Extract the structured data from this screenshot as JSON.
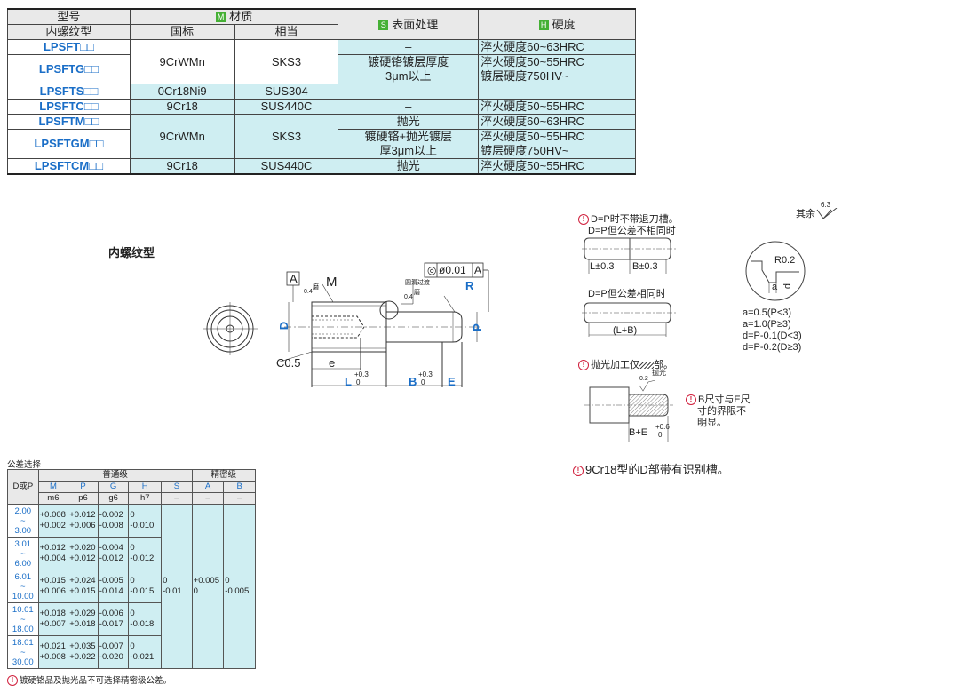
{
  "spec_table": {
    "headers": {
      "model": "型号",
      "model_sub": "内螺纹型",
      "material_badge": "M",
      "material": "材质",
      "mat_std": "国标",
      "mat_eq": "相当",
      "surface_badge": "S",
      "surface": "表面处理",
      "hardness_badge": "H",
      "hardness": "硬度"
    },
    "rows": [
      {
        "model": "LPSFT□□",
        "surface": "–",
        "hardness": "淬火硬度60~63HRC"
      },
      {
        "model": "LPSFTG□□",
        "surface1": "镀硬铬镀层厚度",
        "surface2": "3μm以上",
        "hardness1": "淬火硬度50~55HRC",
        "hardness2": "镀层硬度750HV~"
      },
      {
        "model": "LPSFTS□□",
        "std": "0Cr18Ni9",
        "eq": "SUS304",
        "surface": "–",
        "hardness": "–"
      },
      {
        "model": "LPSFTC□□",
        "std": "9Cr18",
        "eq": "SUS440C",
        "surface": "–",
        "hardness": "淬火硬度50~55HRC"
      },
      {
        "model": "LPSFTM□□",
        "surface": "抛光",
        "hardness": "淬火硬度60~63HRC"
      },
      {
        "model": "LPSFTGM□□",
        "surface1": "镀硬铬+抛光镀层",
        "surface2": "厚3μm以上",
        "hardness1": "淬火硬度50~55HRC",
        "hardness2": "镀层硬度750HV~"
      },
      {
        "model": "LPSFTCM□□",
        "std": "9Cr18",
        "eq": "SUS440C",
        "surface": "抛光",
        "hardness": "淬火硬度50~55HRC"
      }
    ],
    "group_a": {
      "std": "9CrWMn",
      "eq": "SKS3"
    },
    "group_b": {
      "std": "9CrWMn",
      "eq": "SKS3"
    }
  },
  "drawing": {
    "section_title": "内螺纹型",
    "datum": "A",
    "m": "M",
    "d": "D",
    "p": "P",
    "r": "R",
    "c05": "C0.5",
    "e": "e",
    "l": "L",
    "l_tol_up": "+0.3",
    "l_tol_low": "0",
    "b": "B",
    "b_tol_up": "+0.3",
    "b_tol_low": "0",
    "e_dim": "E",
    "concentricity": "◎",
    "phi": "ø0.01",
    "gtol_datum": "A",
    "rough_04": "0.4",
    "rough_grind": "磨",
    "round_transition": "圆滑过渡"
  },
  "notes": {
    "note1": "D=P时不带退刀槽。",
    "note1b": "D=P但公差不相同时",
    "l03": "L±0.3",
    "b03": "B±0.3",
    "note2": "D=P但公差相同时",
    "lb": "(L+B)",
    "other": "其余",
    "other_rough": "6.3",
    "r02": "R0.2",
    "a": "a",
    "dd": "d",
    "formulas": [
      "a=0.5(P<3)",
      "a=1.0(P≥3)",
      "d=P-0.1(D<3)",
      "d=P-0.2(D≥3)"
    ],
    "polish_note": "抛光加工仅",
    "polish_note_end": "部。",
    "polish_label": "抛光",
    "polish_rough": "0.2",
    "be_note": [
      "B尺寸与E尺",
      "寸的界限不",
      "明显。"
    ],
    "be": "B+E",
    "be_tol_up": "+0.6",
    "be_tol_low": "0",
    "groove_note": "9Cr18型的D部带有识别槽。",
    "warn_mark": "!"
  },
  "tolerance_table": {
    "title": "公差选择",
    "dp": "D或P",
    "normal": "普通级",
    "precise": "精密级",
    "cols": [
      "M",
      "P",
      "G",
      "H",
      "S",
      "A",
      "B"
    ],
    "subcols": [
      "m6",
      "p6",
      "g6",
      "h7",
      "–",
      "–",
      "–"
    ],
    "rows": [
      {
        "range": [
          "2.00",
          "~",
          "3.00"
        ],
        "M": [
          "+0.008",
          "+0.002"
        ],
        "P": [
          "+0.012",
          "+0.006"
        ],
        "G": [
          "-0.002",
          "-0.008"
        ],
        "H": [
          "0",
          "-0.010"
        ]
      },
      {
        "range": [
          "3.01",
          "~",
          "6.00"
        ],
        "M": [
          "+0.012",
          "+0.004"
        ],
        "P": [
          "+0.020",
          "+0.012"
        ],
        "G": [
          "-0.004",
          "-0.012"
        ],
        "H": [
          "0",
          "-0.012"
        ]
      },
      {
        "range": [
          "6.01",
          "~",
          "10.00"
        ],
        "M": [
          "+0.015",
          "+0.006"
        ],
        "P": [
          "+0.024",
          "+0.015"
        ],
        "G": [
          "-0.005",
          "-0.014"
        ],
        "H": [
          "0",
          "-0.015"
        ]
      },
      {
        "range": [
          "10.01",
          "~",
          "18.00"
        ],
        "M": [
          "+0.018",
          "+0.007"
        ],
        "P": [
          "+0.029",
          "+0.018"
        ],
        "G": [
          "-0.006",
          "-0.017"
        ],
        "H": [
          "0",
          "-0.018"
        ]
      },
      {
        "range": [
          "18.01",
          "~",
          "30.00"
        ],
        "M": [
          "+0.021",
          "+0.008"
        ],
        "P": [
          "+0.035",
          "+0.022"
        ],
        "G": [
          "-0.007",
          "-0.020"
        ],
        "H": [
          "0",
          "-0.021"
        ]
      }
    ],
    "s_val": [
      "0",
      "-0.01"
    ],
    "a_val": [
      "+0.005",
      "0"
    ],
    "b_val": [
      "0",
      "-0.005"
    ],
    "footnote": "镀硬铬品及抛光品不可选择精密级公差。"
  }
}
